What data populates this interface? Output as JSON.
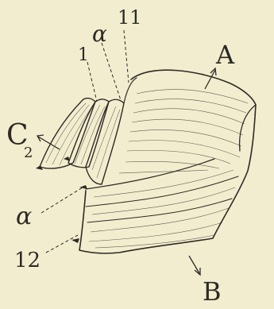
{
  "labels": {
    "alpha_top": "α",
    "eleven": "11",
    "one": "1",
    "A": "A",
    "C": "C",
    "C_sub": "2",
    "alpha_left": "α",
    "twelve": "12",
    "B": "B"
  },
  "colors": {
    "paper": "#f3edcf",
    "ink": "#2c2a25"
  }
}
